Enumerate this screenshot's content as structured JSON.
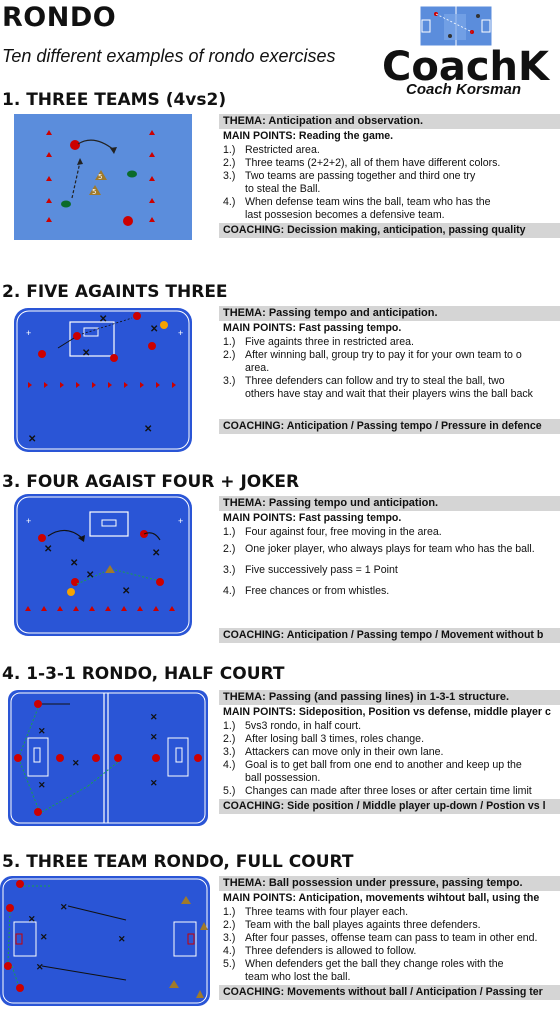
{
  "header": {
    "title": "RONDO",
    "subtitle": "Ten different examples of rondo exercises"
  },
  "logo": {
    "brand": "CoachK",
    "tagline": "Coach Korsman"
  },
  "colors": {
    "field_blue": "#5b8ddc",
    "field_line": "#ffffff",
    "header_bg": "#d5d5d5",
    "cone_red": "#cc0000",
    "player_red": "#cc0000",
    "player_green": "#0b6b2a",
    "player_orange": "#f5a300",
    "triangle_brown": "#a07a2a"
  },
  "sections": [
    {
      "title": "1. THREE TEAMS (4vs2)",
      "thema": "THEMA: Anticipation and observation.",
      "main": "MAIN POINTS: Reading the game.",
      "items": [
        {
          "num": "1.)",
          "lines": [
            "Restricted area."
          ]
        },
        {
          "num": "2.)",
          "lines": [
            "Three teams (2+2+2), all of them have different colors."
          ]
        },
        {
          "num": "3.)",
          "lines": [
            "Two teams are passing together and third one try",
            "to steal the Ball."
          ]
        },
        {
          "num": "4.)",
          "lines": [
            "When defense team wins the ball, team who has the",
            "last possesion becomes a defensive team."
          ]
        }
      ],
      "coaching": "COACHING: Decission making, anticipation, passing quality"
    },
    {
      "title": "2. FIVE AGAINTS THREE",
      "thema": "THEMA: Passing tempo and anticipation.",
      "main": "MAIN POINTS: Fast passing tempo.",
      "items": [
        {
          "num": "1.)",
          "lines": [
            "Five againts three in restricted area."
          ]
        },
        {
          "num": "2.)",
          "lines": [
            "After winning ball, group try to pay it for your own team to o",
            "area."
          ]
        },
        {
          "num": "3.)",
          "lines": [
            "Three defenders can follow and try to steal the ball, two",
            "others have stay and wait that their players wins the ball back"
          ]
        }
      ],
      "coaching": "COACHING: Anticipation / Passing tempo / Pressure in defence"
    },
    {
      "title": "3. FOUR AGAIST FOUR + JOKER",
      "thema": "THEMA: Passing tempo und anticipation.",
      "main": "MAIN POINTS: Fast passing tempo.",
      "items": [
        {
          "num": "1.)",
          "lines": [
            "Four against four, free moving in the area."
          ]
        },
        {
          "num": "2.)",
          "lines": [
            "One joker player, who always plays for team who has the ball."
          ]
        },
        {
          "num": "3.)",
          "lines": [
            "Five successively pass = 1 Point"
          ]
        },
        {
          "num": "4.)",
          "lines": [
            "Free chances or from whistles."
          ]
        }
      ],
      "coaching": "COACHING: Anticipation / Passing tempo / Movement without b"
    },
    {
      "title": "4. 1-3-1 RONDO, HALF COURT",
      "thema": "THEMA: Passing (and passing lines) in 1-3-1 structure.",
      "main": "MAIN POINTS: Sideposition, Position vs defense, middle player c",
      "items": [
        {
          "num": "1.)",
          "lines": [
            "5vs3 rondo, in half court."
          ]
        },
        {
          "num": "2.)",
          "lines": [
            "After losing ball 3 times, roles change."
          ]
        },
        {
          "num": "3.)",
          "lines": [
            "Attackers can move only in their own lane."
          ]
        },
        {
          "num": "4.)",
          "lines": [
            "Goal is to get ball from one end to another and keep up the",
            "ball possession."
          ]
        },
        {
          "num": "5.)",
          "lines": [
            "Changes can made after three loses or after certain time limit"
          ]
        }
      ],
      "coaching": "COACHING: Side position / Middle player up-down / Postion vs l"
    },
    {
      "title": "5. THREE TEAM RONDO, FULL COURT",
      "thema": "THEMA: Ball possession under pressure, passing tempo.",
      "main": "MAIN POINTS: Anticipation, movements wihtout ball, using the",
      "items": [
        {
          "num": "1.)",
          "lines": [
            "Three teams with four player each."
          ]
        },
        {
          "num": "2.)",
          "lines": [
            "Team with the ball playes againts three defenders."
          ]
        },
        {
          "num": "3.)",
          "lines": [
            "After four passes, offense team can pass to team in other end."
          ]
        },
        {
          "num": "4.)",
          "lines": [
            "Three defenders is allowed to follow."
          ]
        },
        {
          "num": "5.)",
          "lines": [
            "When defenders get the ball they change roles with the",
            "team who lost the ball."
          ]
        }
      ],
      "coaching": "COACHING: Movements without ball / Anticipation / Passing ter"
    }
  ]
}
